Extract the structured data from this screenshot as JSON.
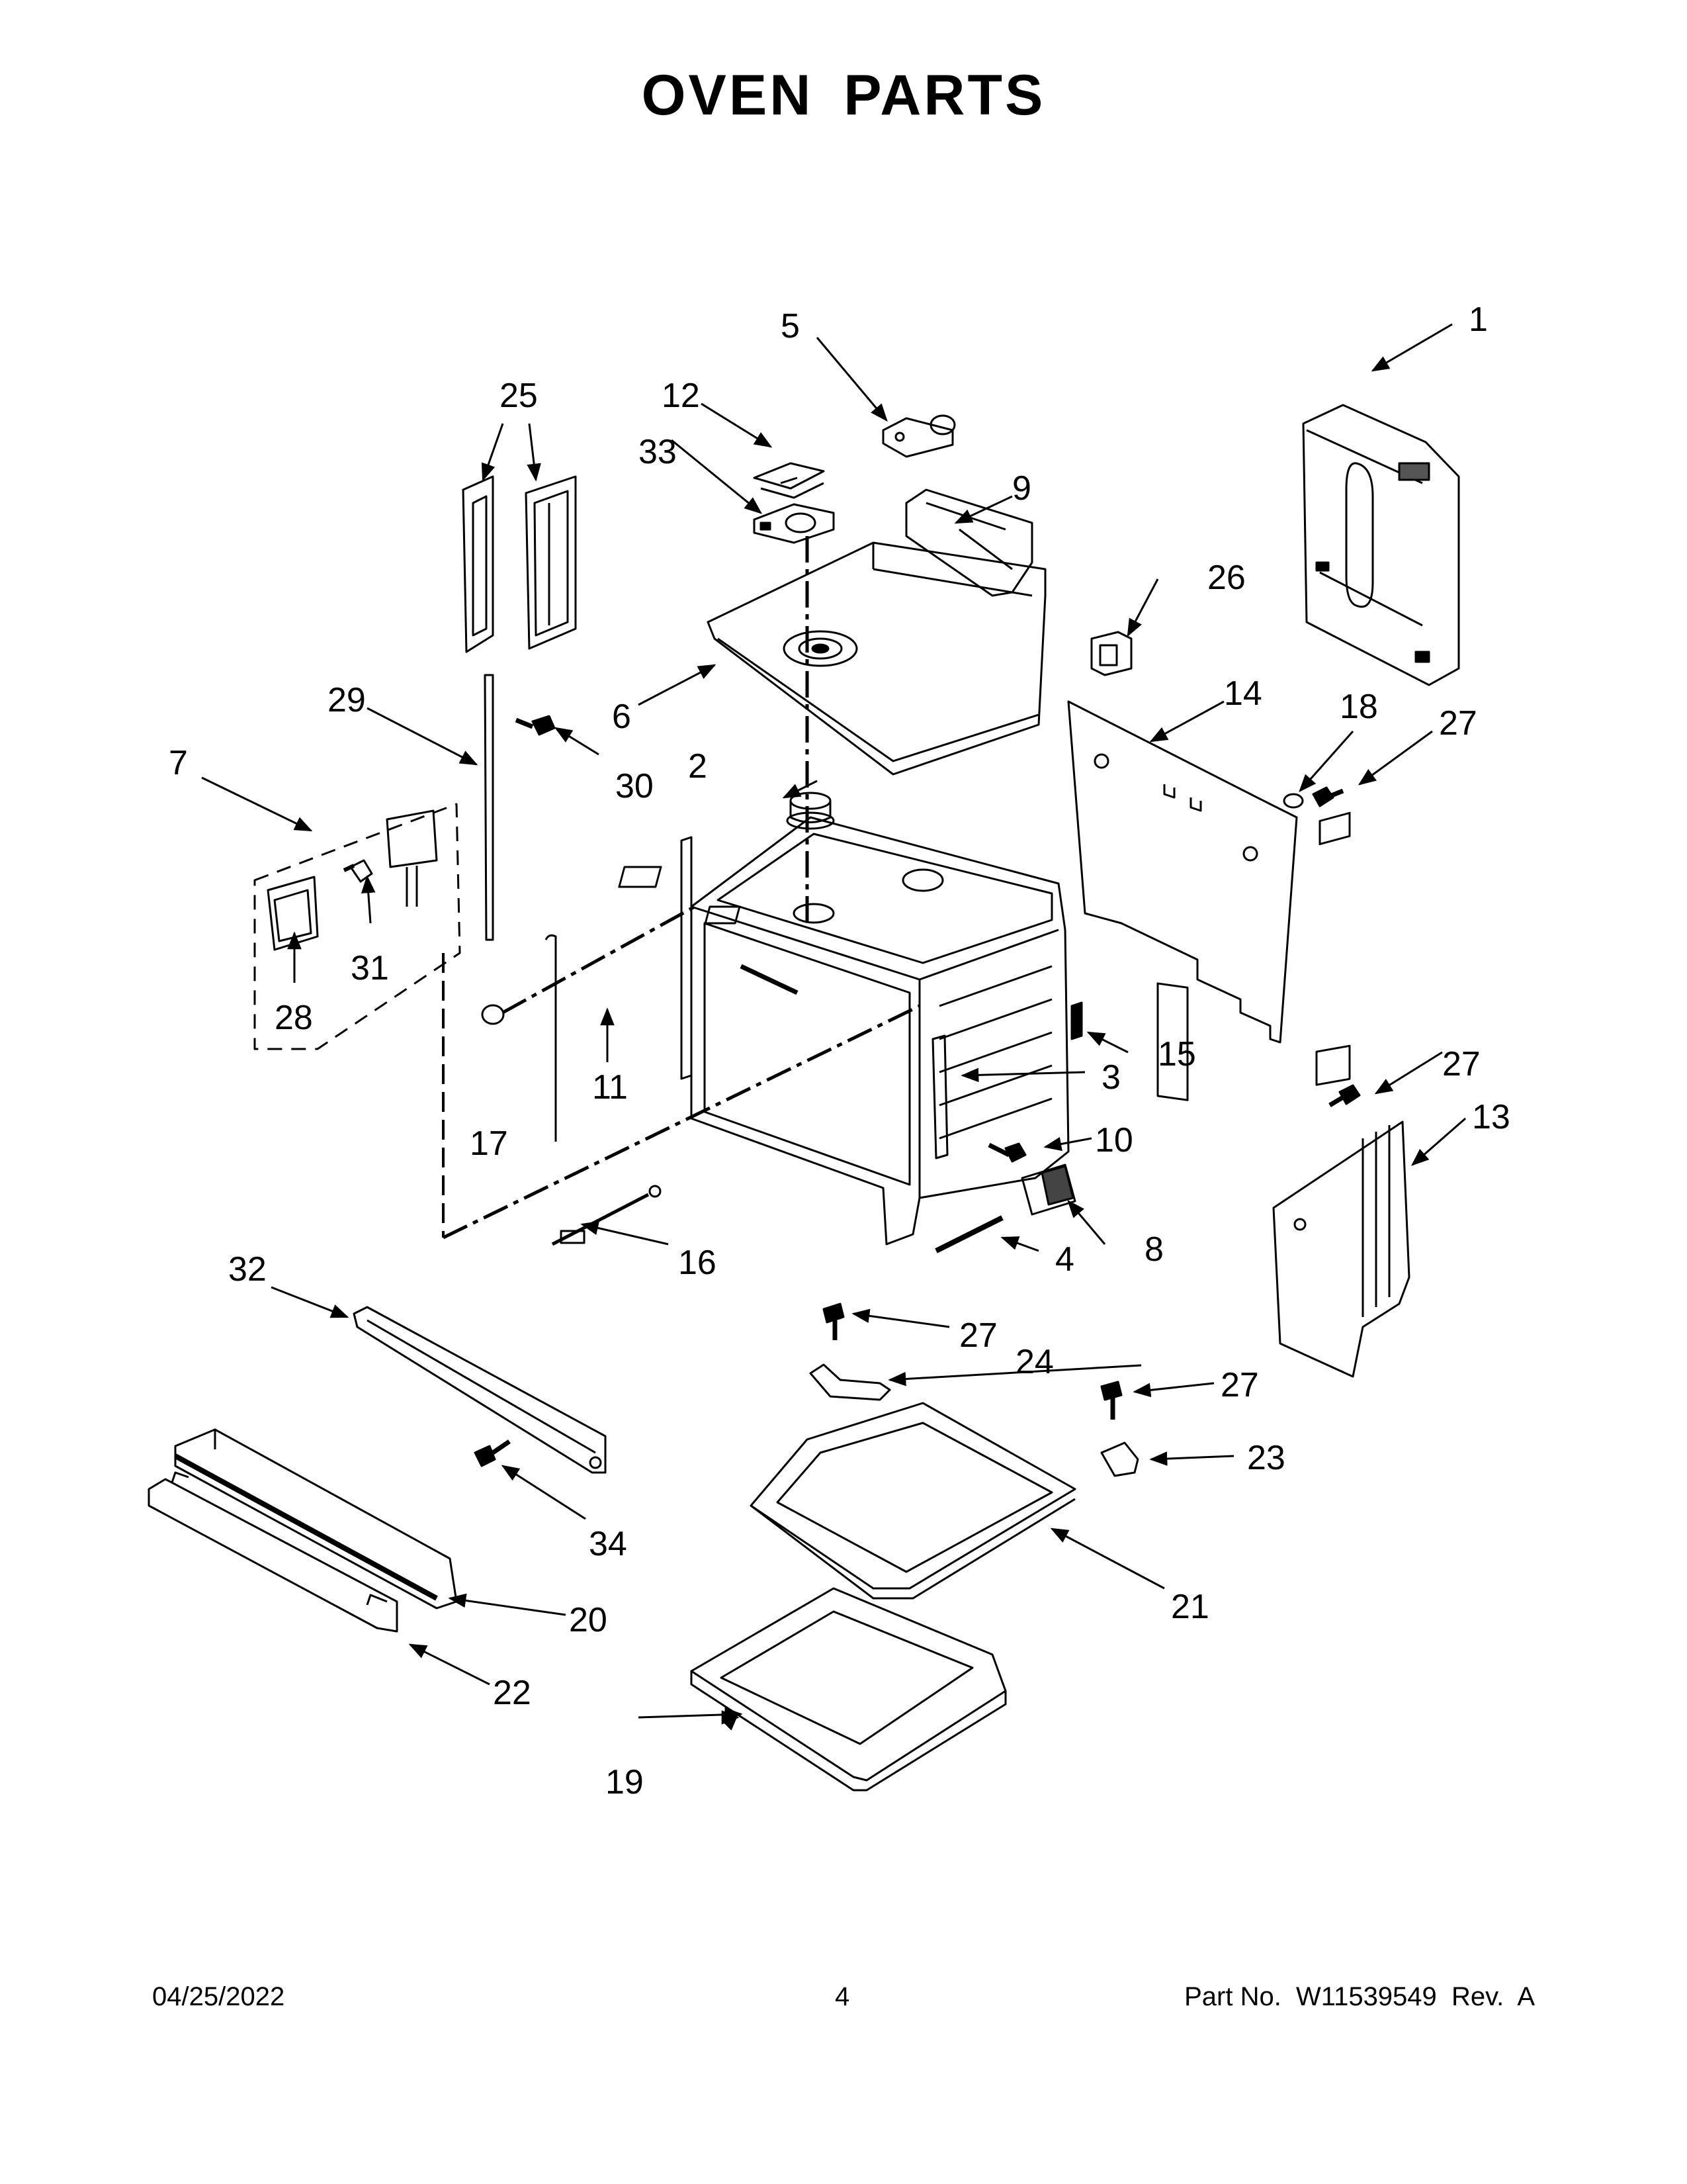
{
  "title": "OVEN PARTS",
  "footer": {
    "date": "04/25/2022",
    "page": "4",
    "part_no": "Part No.  W11539549  Rev.  A"
  },
  "callouts": {
    "c1": "1",
    "c2": "2",
    "c3": "3",
    "c4": "4",
    "c5": "5",
    "c6": "6",
    "c7": "7",
    "c8": "8",
    "c9": "9",
    "c10": "10",
    "c11": "11",
    "c12": "12",
    "c13": "13",
    "c14": "14",
    "c15": "15",
    "c16": "16",
    "c17": "17",
    "c18": "18",
    "c19": "19",
    "c20": "20",
    "c21": "21",
    "c22": "22",
    "c23": "23",
    "c24": "24",
    "c25": "25",
    "c26": "26",
    "c27a": "27",
    "c27b": "27",
    "c27c": "27",
    "c27d": "27",
    "c28": "28",
    "c29": "29",
    "c30": "30",
    "c31": "31",
    "c32": "32",
    "c33": "33",
    "c34": "34"
  }
}
